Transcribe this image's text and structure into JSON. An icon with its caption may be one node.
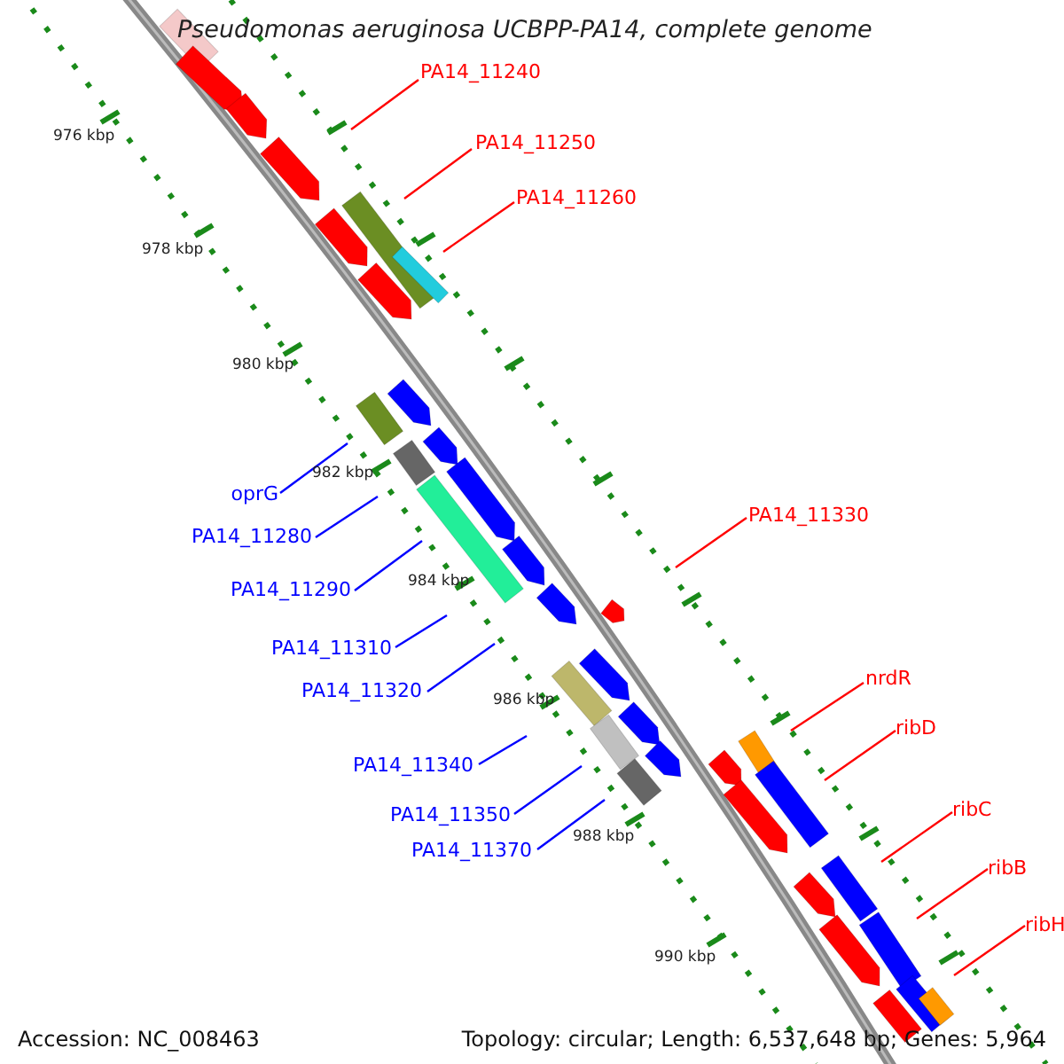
{
  "diagram": {
    "title": "Pseudomonas aeruginosa UCBPP-PA14, complete genome",
    "nodes": [
      {
        "text": [
          "PA14_11240"
        ]
      },
      {
        "text": [
          "PA14_11250"
        ]
      },
      {
        "text": [
          "PA14_11260"
        ]
      },
      {
        "text": [
          "oprG"
        ]
      },
      {
        "text": [
          "PA14_11280"
        ]
      },
      {
        "text": [
          "PA14_11330"
        ]
      },
      {
        "text": [
          "PA14_11290"
        ]
      },
      {
        "text": [
          "PA14_11310"
        ]
      },
      {
        "text": [
          "PA14_11320"
        ]
      },
      {
        "text": [
          "nrdR"
        ]
      },
      {
        "text": [
          "ribD"
        ]
      },
      {
        "text": [
          "PA14_11340"
        ]
      },
      {
        "text": [
          "PA14_11350"
        ]
      },
      {
        "text": [
          "ribC"
        ]
      },
      {
        "text": [
          "PA14_11370"
        ]
      },
      {
        "text": [
          "ribB"
        ]
      },
      {
        "text": [
          "ribH"
        ]
      }
    ],
    "edges": [
      {
        "from": 0,
        "to": null,
        "arrow": "none"
      },
      {
        "from": 1,
        "to": null,
        "arrow": "none"
      },
      {
        "from": 2,
        "to": null,
        "arrow": "none"
      },
      {
        "from": 3,
        "to": null,
        "arrow": "none",
        "color": "#0000ff"
      },
      {
        "from": 4,
        "to": null,
        "arrow": "none",
        "color": "#0000ff"
      },
      {
        "from": 5,
        "to": null,
        "arrow": "none"
      },
      {
        "from": 6,
        "to": null,
        "arrow": "none",
        "color": "#0000ff"
      },
      {
        "from": 7,
        "to": null,
        "arrow": "none",
        "color": "#0000ff"
      },
      {
        "from": 8,
        "to": null,
        "arrow": "none",
        "color": "#0000ff"
      },
      {
        "from": 9,
        "to": null,
        "arrow": "none"
      },
      {
        "from": 10,
        "to": null,
        "arrow": "none"
      },
      {
        "from": 11,
        "to": null,
        "arrow": "none",
        "color": "#0000ff"
      },
      {
        "from": 12,
        "to": null,
        "arrow": "none",
        "color": "#0000ff"
      },
      {
        "from": 13,
        "to": null,
        "arrow": "none"
      },
      {
        "from": 14,
        "to": null,
        "arrow": "none",
        "color": "#0000ff"
      },
      {
        "from": 15,
        "to": null,
        "arrow": "none"
      },
      {
        "from": 16,
        "to": null,
        "arrow": "none"
      }
    ],
    "labels": [
      "976 kbp",
      "978 kbp",
      "980 kbp",
      "982 kbp",
      "984 kbp",
      "986 kbp",
      "988 kbp",
      "990 kbp",
      "Accession: NC_008463",
      "Topology: circular; Length: 6,537,648 bp; Genes: 5,964"
    ]
  }
}
